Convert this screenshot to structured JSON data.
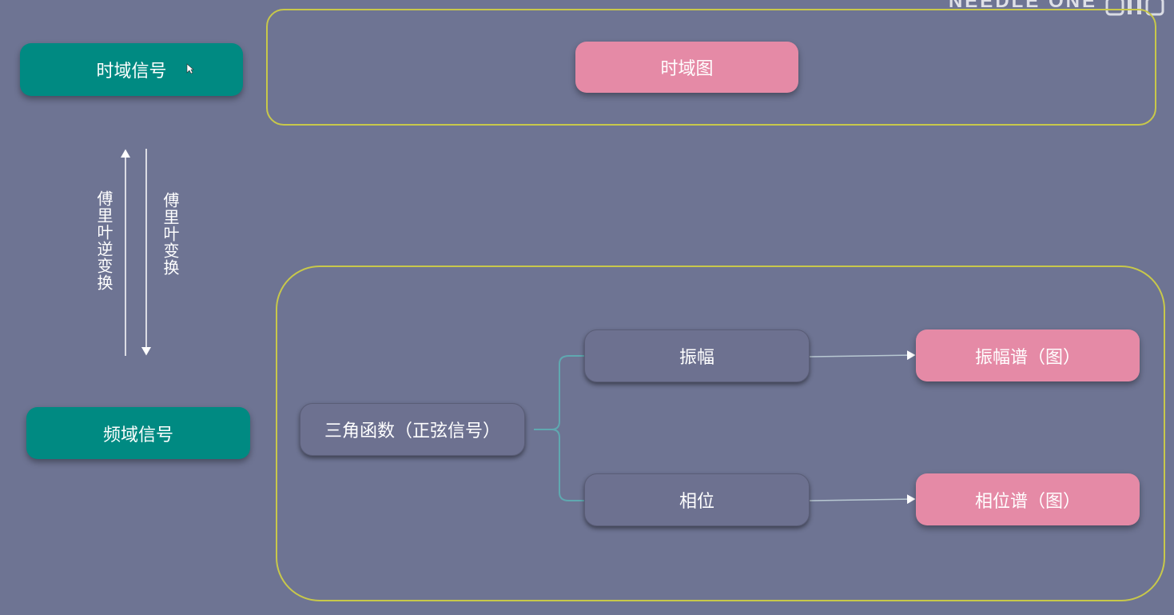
{
  "watermark": "NEEDLE ONE",
  "nodes": {
    "time_signal": "时域信号",
    "freq_signal": "频域信号",
    "time_plot": "时域图",
    "trig": "三角函数（正弦信号）",
    "amplitude": "振幅",
    "phase": "相位",
    "amp_spectrum": "振幅谱（图）",
    "phase_spectrum": "相位谱（图）"
  },
  "arrows": {
    "inverse_transform": "傅里叶逆变换",
    "forward_transform": "傅里叶变换"
  },
  "colors": {
    "background": "#6e7493",
    "teal_node": "#008a82",
    "pink_node": "#e58aa6",
    "group_border": "#c8c84a",
    "bracket_line": "#5fa8b0"
  },
  "icons": [
    "cursor-icon",
    "bilibili-logo-icon"
  ]
}
